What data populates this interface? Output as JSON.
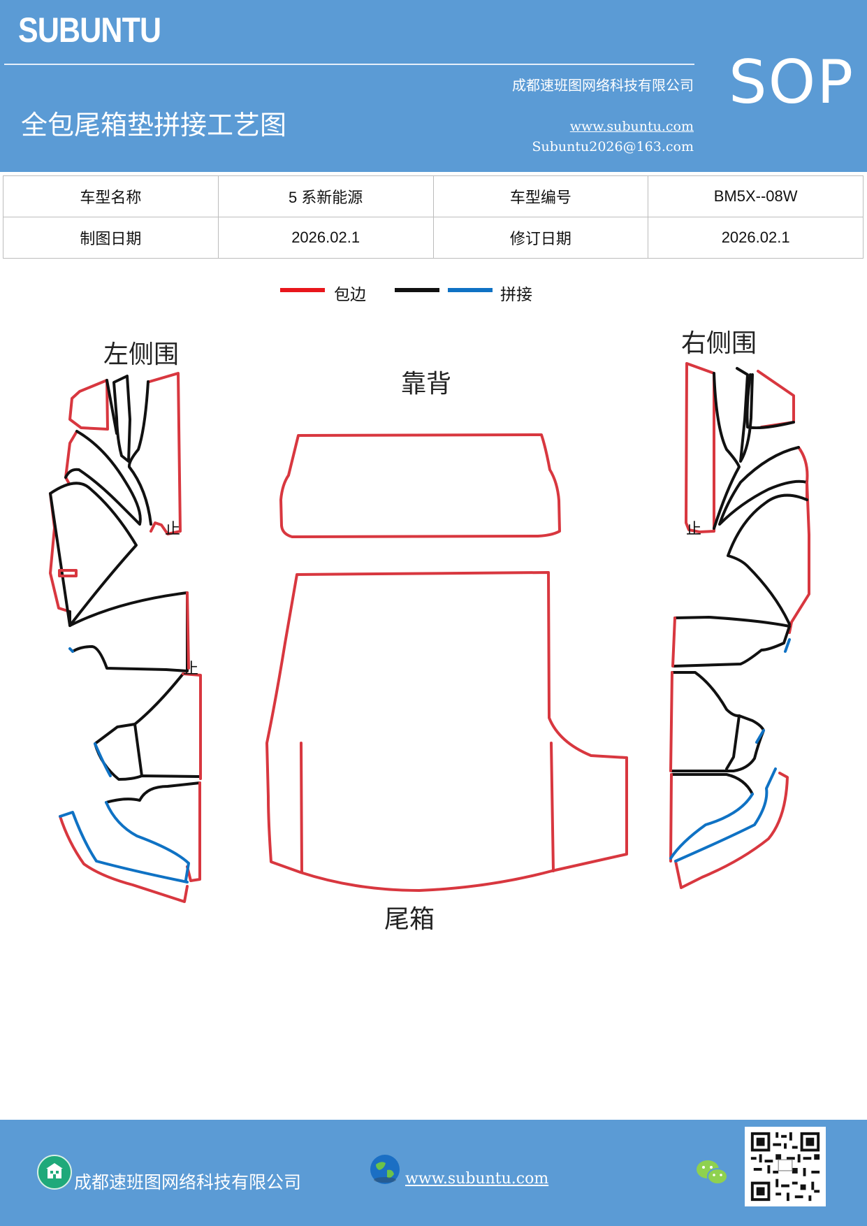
{
  "header": {
    "brand": "SUBUNTU",
    "company": "成都速班图网络科技有限公司",
    "sop": "SOP",
    "title": "全包尾箱垫拼接工艺图",
    "website": "www.subuntu.com",
    "email": "Subuntu2026@163.com"
  },
  "info": {
    "model_name_label": "车型名称",
    "model_name_value": "5 系新能源",
    "model_code_label": "车型编号",
    "model_code_value": "BM5X--08W",
    "draw_date_label": "制图日期",
    "draw_date_value": "2026.02.1",
    "revise_date_label": "修订日期",
    "revise_date_value": "2026.02.1"
  },
  "legend": {
    "edge_label": "包边",
    "splice_label": "拼接",
    "colors": {
      "edge": "#e8161c",
      "black": "#111111",
      "splice": "#0f72c4"
    }
  },
  "diagram": {
    "left_label": "左侧围",
    "back_label": "靠背",
    "right_label": "右侧围",
    "trunk_label": "尾箱"
  },
  "footer": {
    "company": "成都速班图网络科技有限公司",
    "website": "www.subuntu.com",
    "icons": [
      "building-icon",
      "globe-icon",
      "wechat-icon",
      "qr-code"
    ]
  }
}
